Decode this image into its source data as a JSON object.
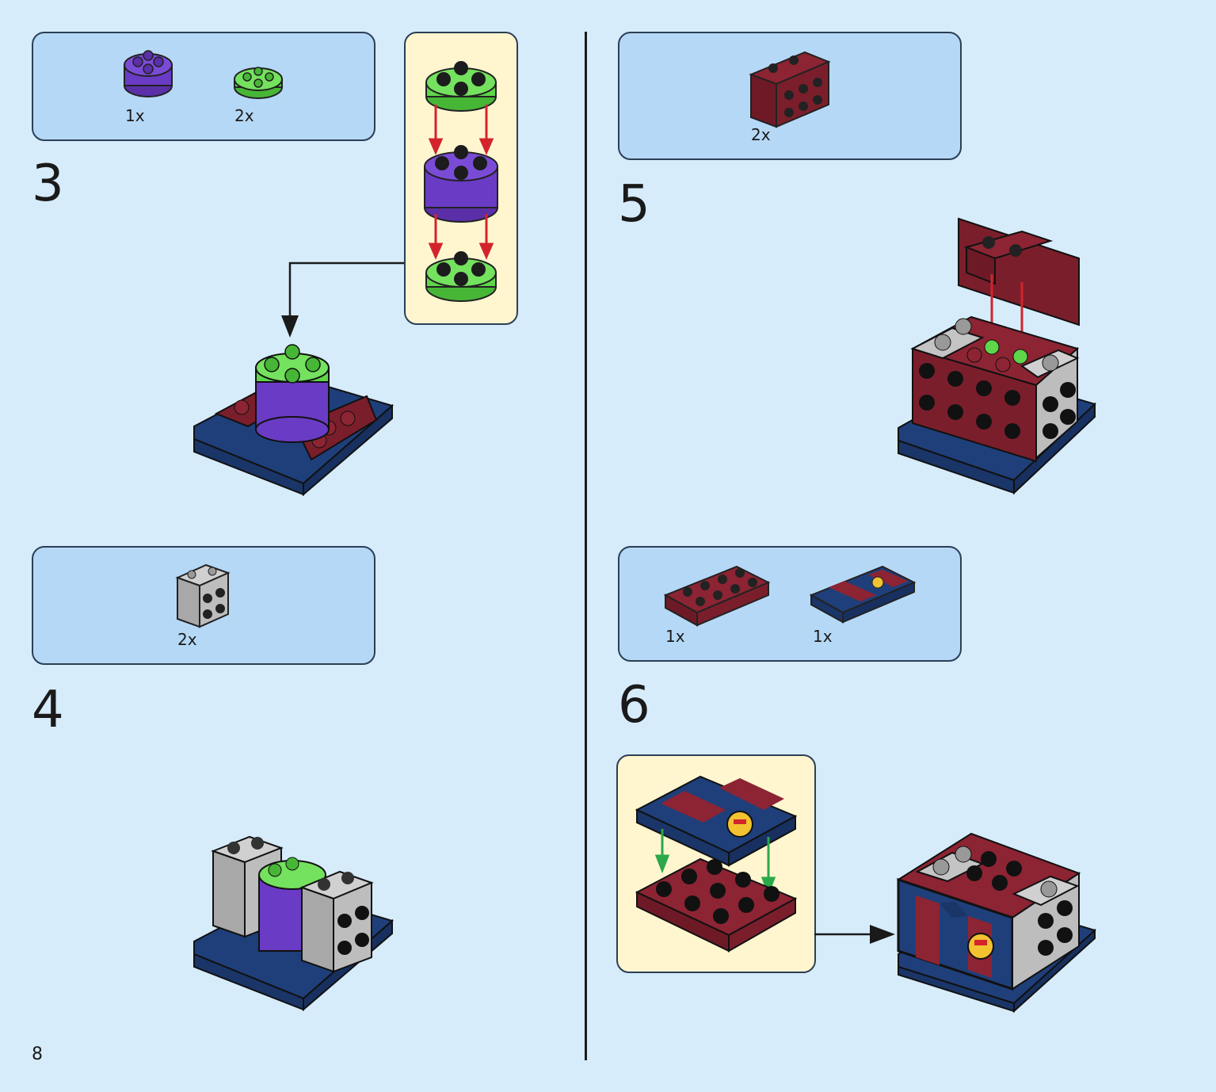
{
  "page_number": "8",
  "steps": [
    {
      "number": "3",
      "parts": [
        {
          "qty": "1x",
          "part": "round brick 2x2 purple"
        },
        {
          "qty": "2x",
          "part": "round plate 2x2 green"
        }
      ]
    },
    {
      "number": "4",
      "parts": [
        {
          "qty": "2x",
          "part": "brick 2x2 with studs on side light gray"
        }
      ]
    },
    {
      "number": "5",
      "parts": [
        {
          "qty": "2x",
          "part": "bracket plate dark red"
        }
      ]
    },
    {
      "number": "6",
      "parts": [
        {
          "qty": "1x",
          "part": "plate 2x4 dark red"
        },
        {
          "qty": "1x",
          "part": "tile 2x4 printed club jersey"
        }
      ]
    }
  ],
  "colors": {
    "background": "#d6ecfb",
    "parts_box": "#b5d8f6",
    "callout": "#fff6cf",
    "navy": "#1f3f7a",
    "dark_red": "#7b1e2b",
    "green": "#5fd64a",
    "purple": "#6a3bc4",
    "light_gray": "#b9b9b9",
    "arrow_red": "#d3242c",
    "arrow_green": "#2aa84a"
  }
}
